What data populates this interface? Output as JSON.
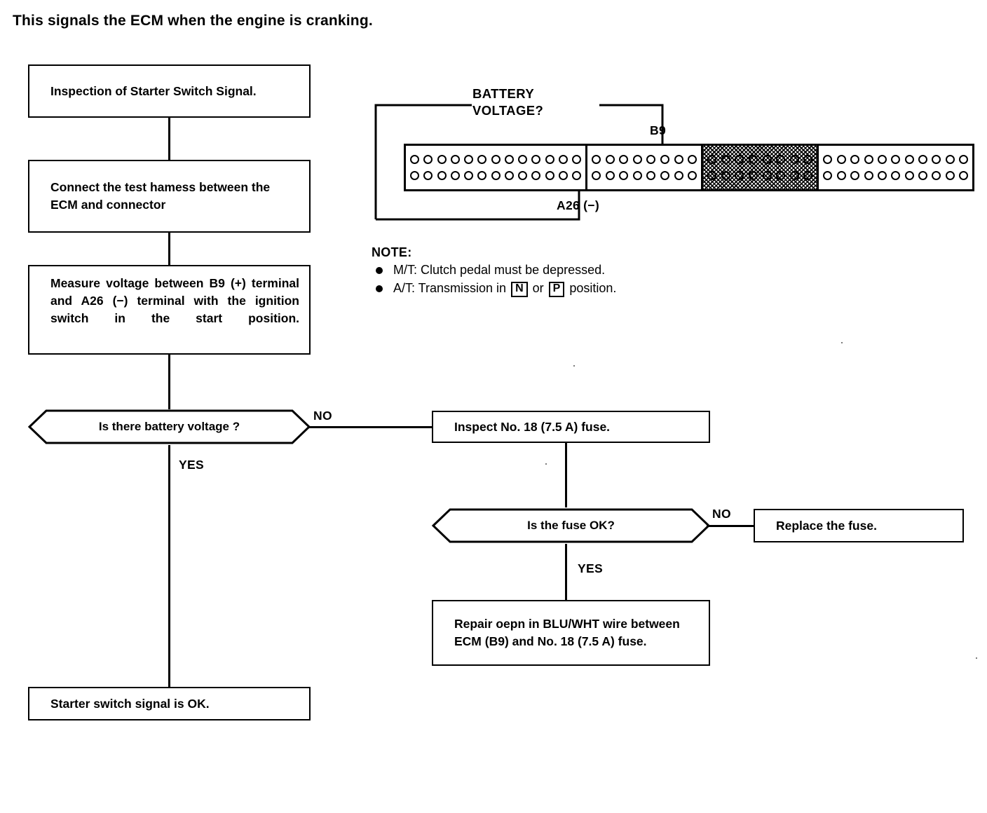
{
  "intro": {
    "text": "This signals the ECM when the engine is cranking."
  },
  "flow": {
    "left": {
      "title_box": "Inspection of Starter Switch Signal.",
      "connect_box": "Connect the test hamess between the ECM and connector",
      "measure_box": "Measure voltage between B9 (+) terminal and A26 (−) terminal with the ignition switch in the start position.",
      "decision_voltage": "Is there battery voltage ?",
      "decision_voltage_yes": "YES",
      "decision_voltage_no": "NO",
      "result_box": "Starter switch signal is OK."
    },
    "right": {
      "inspect_fuse_box": "Inspect No. 18 (7.5 A) fuse.",
      "decision_fuse": "Is the fuse OK?",
      "decision_fuse_yes": "YES",
      "decision_fuse_no": "NO",
      "replace_fuse_box": "Replace the fuse.",
      "repair_box": "Repair oepn in BLU/WHT wire between ECM (B9) and No. 18 (7.5 A) fuse."
    }
  },
  "connector": {
    "battery_voltage_label_line1": "BATTERY",
    "battery_voltage_label_line2": "VOLTAGE?",
    "pin_b9_label": "B9",
    "pin_a26_label": "A26 (−)",
    "sections": [
      {
        "name": "section-a",
        "pins_per_row": 13,
        "rows": 2,
        "shaded": false
      },
      {
        "name": "section-b",
        "pins_per_row": 8,
        "rows": 2,
        "shaded": false
      },
      {
        "name": "section-c",
        "pins_per_row": 8,
        "rows": 2,
        "shaded": true
      },
      {
        "name": "section-d",
        "pins_per_row": 11,
        "rows": 2,
        "shaded": false
      }
    ]
  },
  "note": {
    "title": "NOTE:",
    "items": [
      {
        "prefix": "M/T: Clutch pedal must be depressed.",
        "suffix": "",
        "gear1": "",
        "gear2": ""
      },
      {
        "prefix": "A/T: Transmission in ",
        "mid": " or ",
        "suffix": " position.",
        "gear1": "N",
        "gear2": "P"
      }
    ]
  },
  "colors": {
    "ink": "#000000",
    "paper": "#ffffff"
  }
}
